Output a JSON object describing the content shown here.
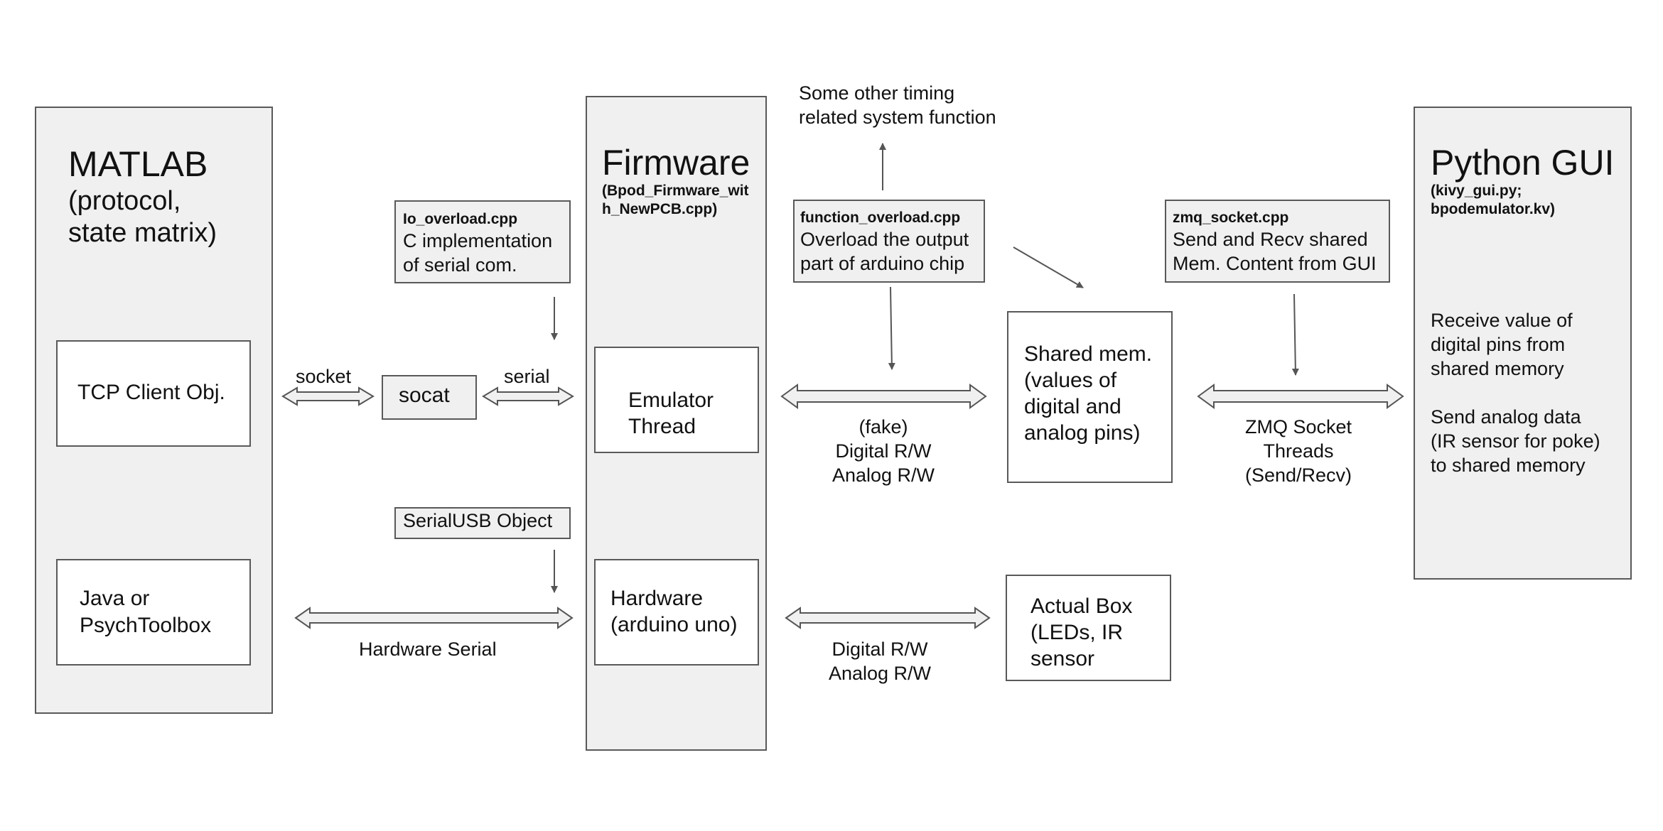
{
  "matlab": {
    "title": "MATLAB",
    "subtitle_line1": "(protocol,",
    "subtitle_line2": "state matrix)",
    "tcp_client": "TCP Client Obj.",
    "java_line1": "Java or",
    "java_line2": "PsychToolbox"
  },
  "io_overload": {
    "filename": "Io_overload.cpp",
    "line1": "C implementation",
    "line2": "of serial com."
  },
  "socat": {
    "label": "socat",
    "left_arrow_label": "socket",
    "right_arrow_label": "serial"
  },
  "serial_usb": {
    "label": "SerialUSB Object"
  },
  "hardware_serial": {
    "label": "Hardware Serial"
  },
  "firmware": {
    "title": "Firmware",
    "file_line1": "(Bpod_Firmware_wit",
    "file_line2": "h_NewPCB.cpp)",
    "emulator_line1": "Emulator",
    "emulator_line2": "Thread",
    "hardware_line1": "Hardware",
    "hardware_line2": "(arduino uno)"
  },
  "timing": {
    "line1": "Some other timing",
    "line2": "related system function"
  },
  "function_overload": {
    "filename": "function_overload.cpp",
    "line1": "Overload the output",
    "line2": "part of arduino chip"
  },
  "emulator_link": {
    "line1": "(fake)",
    "line2": "Digital R/W",
    "line3": "Analog R/W"
  },
  "hardware_link": {
    "line1": "Digital R/W",
    "line2": "Analog R/W"
  },
  "shared_mem": {
    "line1": "Shared mem.",
    "line2": "(values of",
    "line3": "digital and",
    "line4": "analog pins)"
  },
  "actual_box": {
    "line1": "Actual Box",
    "line2": "(LEDs, IR",
    "line3": "sensor"
  },
  "zmq_socket": {
    "filename": "zmq_socket.cpp",
    "line1": "Send and Recv shared",
    "line2": "Mem. Content from GUI"
  },
  "zmq_link": {
    "line1": "ZMQ Socket",
    "line2": "Threads",
    "line3": "(Send/Recv)"
  },
  "python_gui": {
    "title": "Python GUI",
    "file_line1": "(kivy_gui.py;",
    "file_line2": "bpodemulator.kv)",
    "desc": [
      "Receive value of",
      "digital pins from",
      "shared memory",
      "",
      "Send analog data",
      "(IR sensor for poke)",
      "to shared memory"
    ]
  }
}
